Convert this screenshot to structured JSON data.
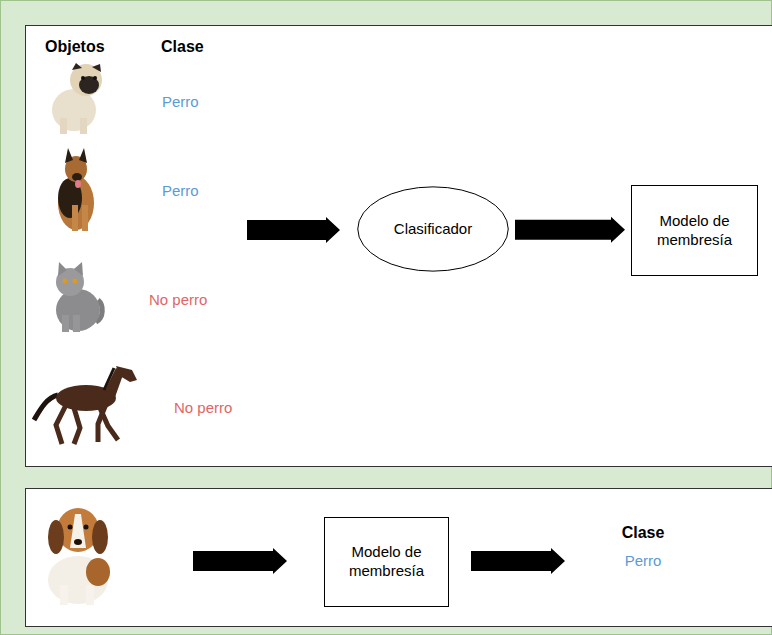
{
  "diagram": {
    "nodes": [
      {
        "text": [
          "Objetos",
          "Clase",
          "Perro",
          "Perro",
          "No perro",
          "No perro"
        ]
      },
      {
        "text": [
          "Clasificador"
        ],
        "in": 0
      },
      {
        "text": [
          "Modelo de membresía"
        ],
        "in": 0
      },
      {
        "text": [
          "Clase",
          "Perro"
        ]
      },
      {
        "text": [
          "Modelo de membresía"
        ],
        "in": 3
      }
    ],
    "edges": [
      {
        "from": 1,
        "to": 2,
        "arrow": "to"
      }
    ]
  }
}
